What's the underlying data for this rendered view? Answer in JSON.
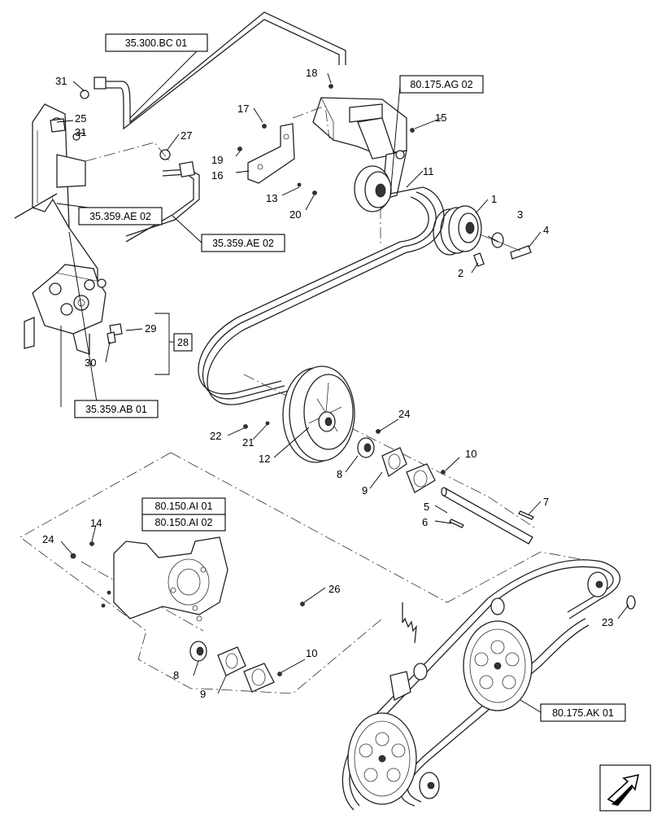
{
  "refs": {
    "r1": "35.300.BC 01",
    "r2": "80.175.AG 02",
    "r3": "35.359.AE 02",
    "r4": "35.359.AE 02",
    "r5": "35.359.AB 01",
    "r6": "80.150.AI 01",
    "r7": "80.150.AI 02",
    "r8": "80.175.AK 01",
    "r9": "28"
  },
  "callouts": {
    "c1": "1",
    "c2": "2",
    "c3": "3",
    "c4": "4",
    "c5": "5",
    "c6": "6",
    "c7": "7",
    "c8a": "8",
    "c8b": "8",
    "c9a": "9",
    "c9b": "9",
    "c10a": "10",
    "c10b": "10",
    "c11": "11",
    "c12": "12",
    "c13": "13",
    "c14": "14",
    "c15": "15",
    "c16": "16",
    "c17": "17",
    "c18": "18",
    "c19": "19",
    "c20": "20",
    "c21": "21",
    "c22": "22",
    "c23": "23",
    "c24a": "24",
    "c24b": "24",
    "c25": "25",
    "c26": "26",
    "c27": "27",
    "c29": "29",
    "c30": "30",
    "c31a": "31",
    "c31b": "31"
  },
  "icons": {
    "nav": "next-page-arrow-icon"
  }
}
